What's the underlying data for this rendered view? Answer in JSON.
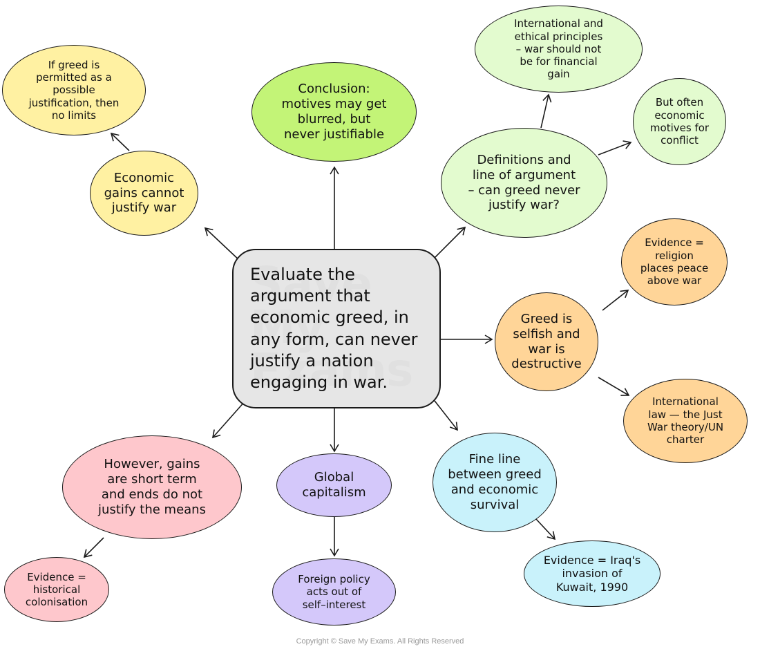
{
  "central": {
    "text": "Evaluate the\nargument that\neconomic greed, in\nany form, can never\njustify a nation\nengaging in war."
  },
  "watermark": "Save My\nExams",
  "nodes": {
    "if_greed": "If greed is\npermitted as a\npossible\njustification, then\nno limits",
    "economic_gains": "Economic\ngains cannot\njustify war",
    "conclusion": "Conclusion:\nmotives may get\nblurred, but\nnever justifiable",
    "international_ethical": "International and\nethical principles\n– war should not\nbe for financial\ngain",
    "but_often": "But often\neconomic\nmotives for\nconflict",
    "definitions": "Definitions and\nline of argument\n– can greed never\njustify war?",
    "evidence_religion": "Evidence =\nreligion\nplaces peace\nabove war",
    "greed_selfish": "Greed is\nselfish and\nwar is\ndestructive",
    "international_law": "International\nlaw — the Just\nWar theory/UN\ncharter",
    "fine_line": "Fine line\nbetween greed\nand economic\nsurvival",
    "evidence_iraq": "Evidence = Iraq's\ninvasion of\nKuwait, 1990",
    "global_capitalism": "Global\ncapitalism",
    "foreign_policy": "Foreign policy\nacts out of\nself–interest",
    "however_gains": "However, gains\nare short term\nand ends do not\njustify the means",
    "evidence_colonisation": "Evidence =\nhistorical\ncolonisation"
  },
  "colors": {
    "yellow": "#fff1a2",
    "lime": "#c3f477",
    "green": "#e3fbcf",
    "orange": "#ffd598",
    "pink": "#fec7cc",
    "purple": "#d4c8fa",
    "blue": "#c9f2fb",
    "grey": "#e6e6e6"
  },
  "copyright": "Copyright © Save My Exams. All Rights Reserved"
}
